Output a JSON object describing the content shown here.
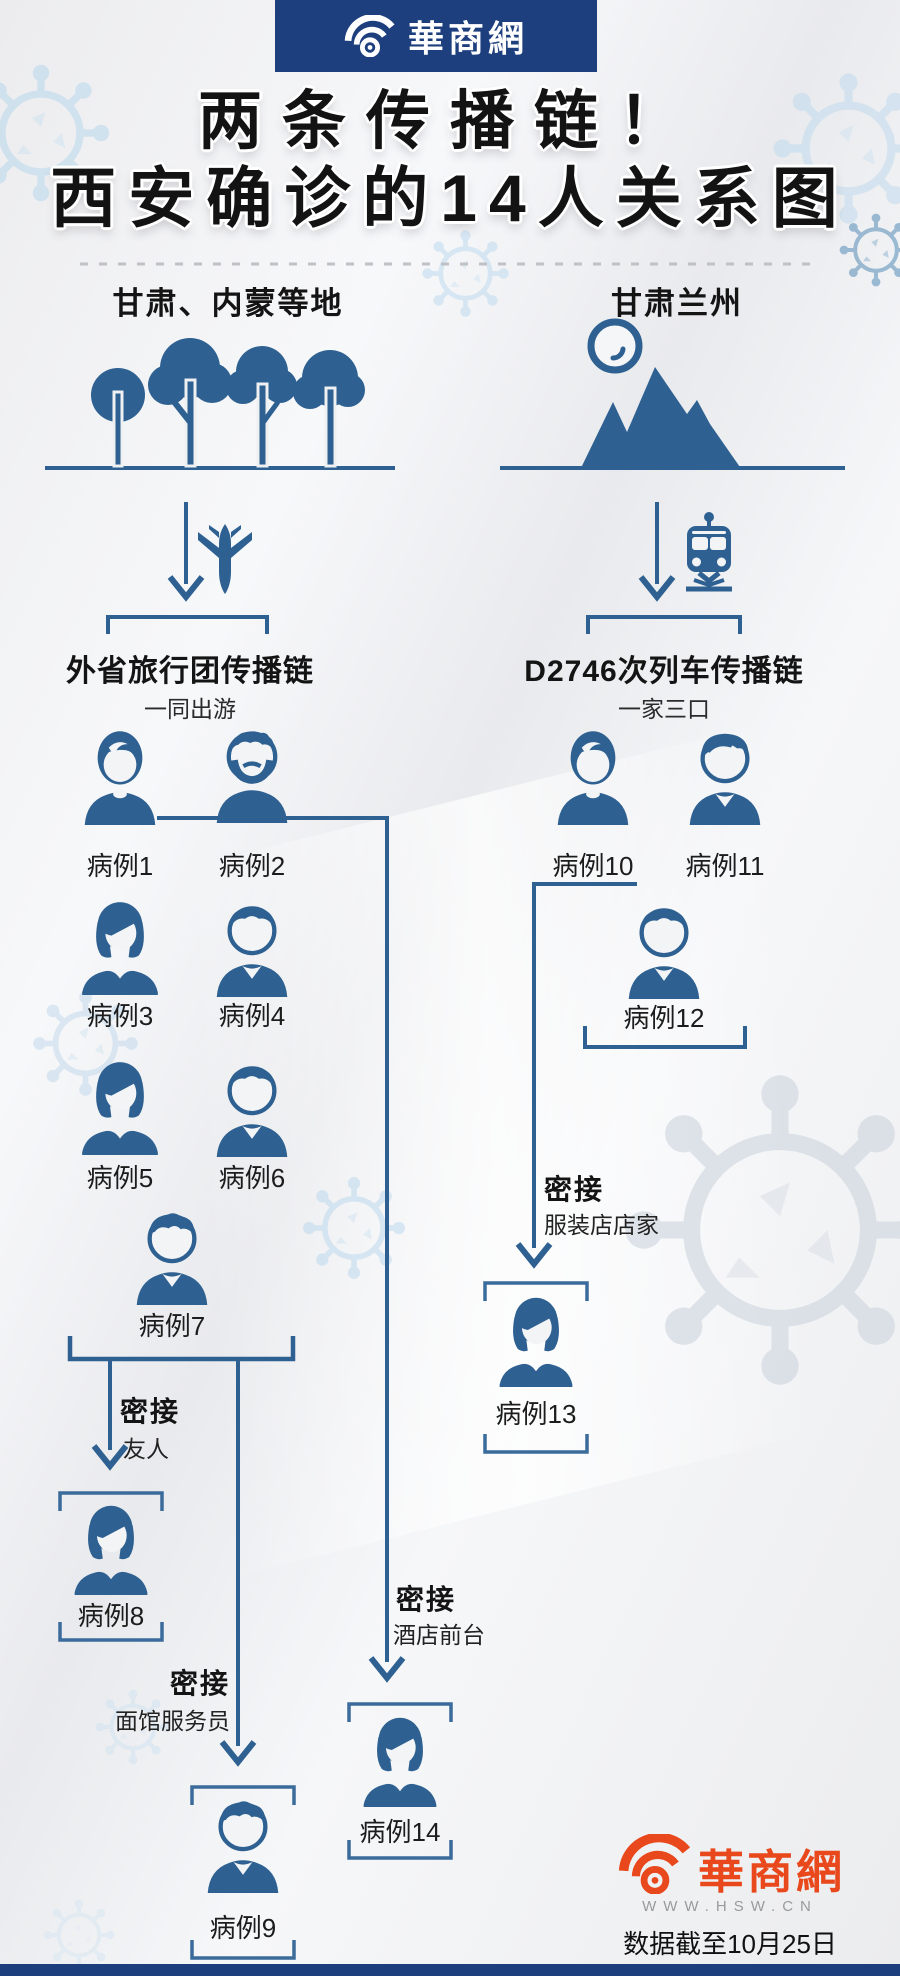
{
  "banner": {
    "logo_text": "華商網"
  },
  "title": {
    "line1": "两条传播链！",
    "line2": "西安确诊的14人关系图"
  },
  "left_chain": {
    "region": "甘肃、内蒙等地",
    "scene_icon": "trees-icon",
    "transport_icon": "plane-icon",
    "title": "外省旅行团传播链",
    "subtitle": "一同出游",
    "cases": [
      {
        "label": "病例1",
        "avatar": "female-long-hair-icon"
      },
      {
        "label": "病例2",
        "avatar": "male-beard-icon"
      },
      {
        "label": "病例3",
        "avatar": "female-side-hair-icon"
      },
      {
        "label": "病例4",
        "avatar": "male-short-hair-icon"
      },
      {
        "label": "病例5",
        "avatar": "female-side-hair-icon"
      },
      {
        "label": "病例6",
        "avatar": "male-short-hair-icon"
      },
      {
        "label": "病例7",
        "avatar": "male-wavy-hair-icon"
      }
    ],
    "contacts": [
      {
        "tag": "密接",
        "via": "友人",
        "target": {
          "label": "病例8",
          "avatar": "female-side-hair-icon"
        }
      },
      {
        "tag": "密接",
        "via": "面馆服务员",
        "target": {
          "label": "病例9",
          "avatar": "male-wavy-hair-icon"
        }
      },
      {
        "tag": "密接",
        "via": "酒店前台",
        "target": {
          "label": "病例14",
          "avatar": "female-side-hair-icon"
        }
      }
    ]
  },
  "right_chain": {
    "region": "甘肃兰州",
    "scene_icon": "mountain-moon-icon",
    "transport_icon": "train-icon",
    "title": "D2746次列车传播链",
    "subtitle": "一家三口",
    "cases": [
      {
        "label": "病例10",
        "avatar": "female-long-hair-icon"
      },
      {
        "label": "病例11",
        "avatar": "male-swept-hair-icon"
      },
      {
        "label": "病例12",
        "avatar": "male-short-hair-icon"
      }
    ],
    "contacts": [
      {
        "tag": "密接",
        "via": "服装店店家",
        "target": {
          "label": "病例13",
          "avatar": "female-side-hair-icon"
        }
      }
    ]
  },
  "footer": {
    "logo_text": "華商網",
    "site_url": "WWW.HSW.CN",
    "data_note": "数据截至10月25日"
  },
  "colors": {
    "navy": "#1e3f7e",
    "steel_blue": "#2e6191",
    "box_blue": "#3a6b9b",
    "logo_orange": "#e8481c"
  }
}
